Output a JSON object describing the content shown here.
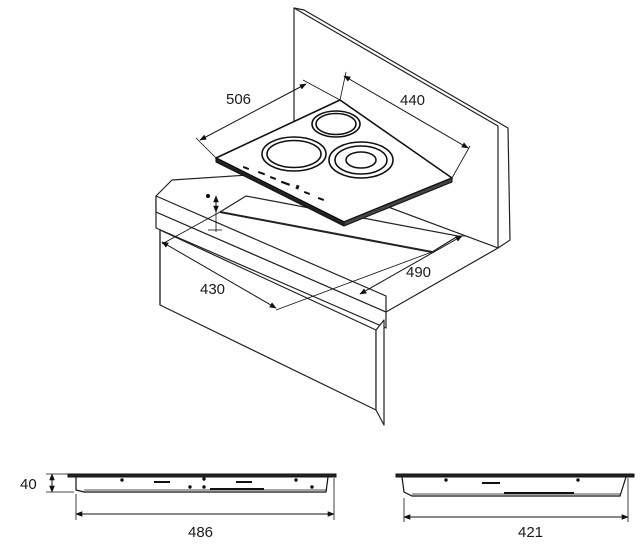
{
  "dimensions": {
    "hob_depth": "506",
    "hob_width": "440",
    "cutout_depth": "430",
    "cutout_width": "490",
    "thickness": "40",
    "side_width": "486",
    "front_width": "421"
  }
}
